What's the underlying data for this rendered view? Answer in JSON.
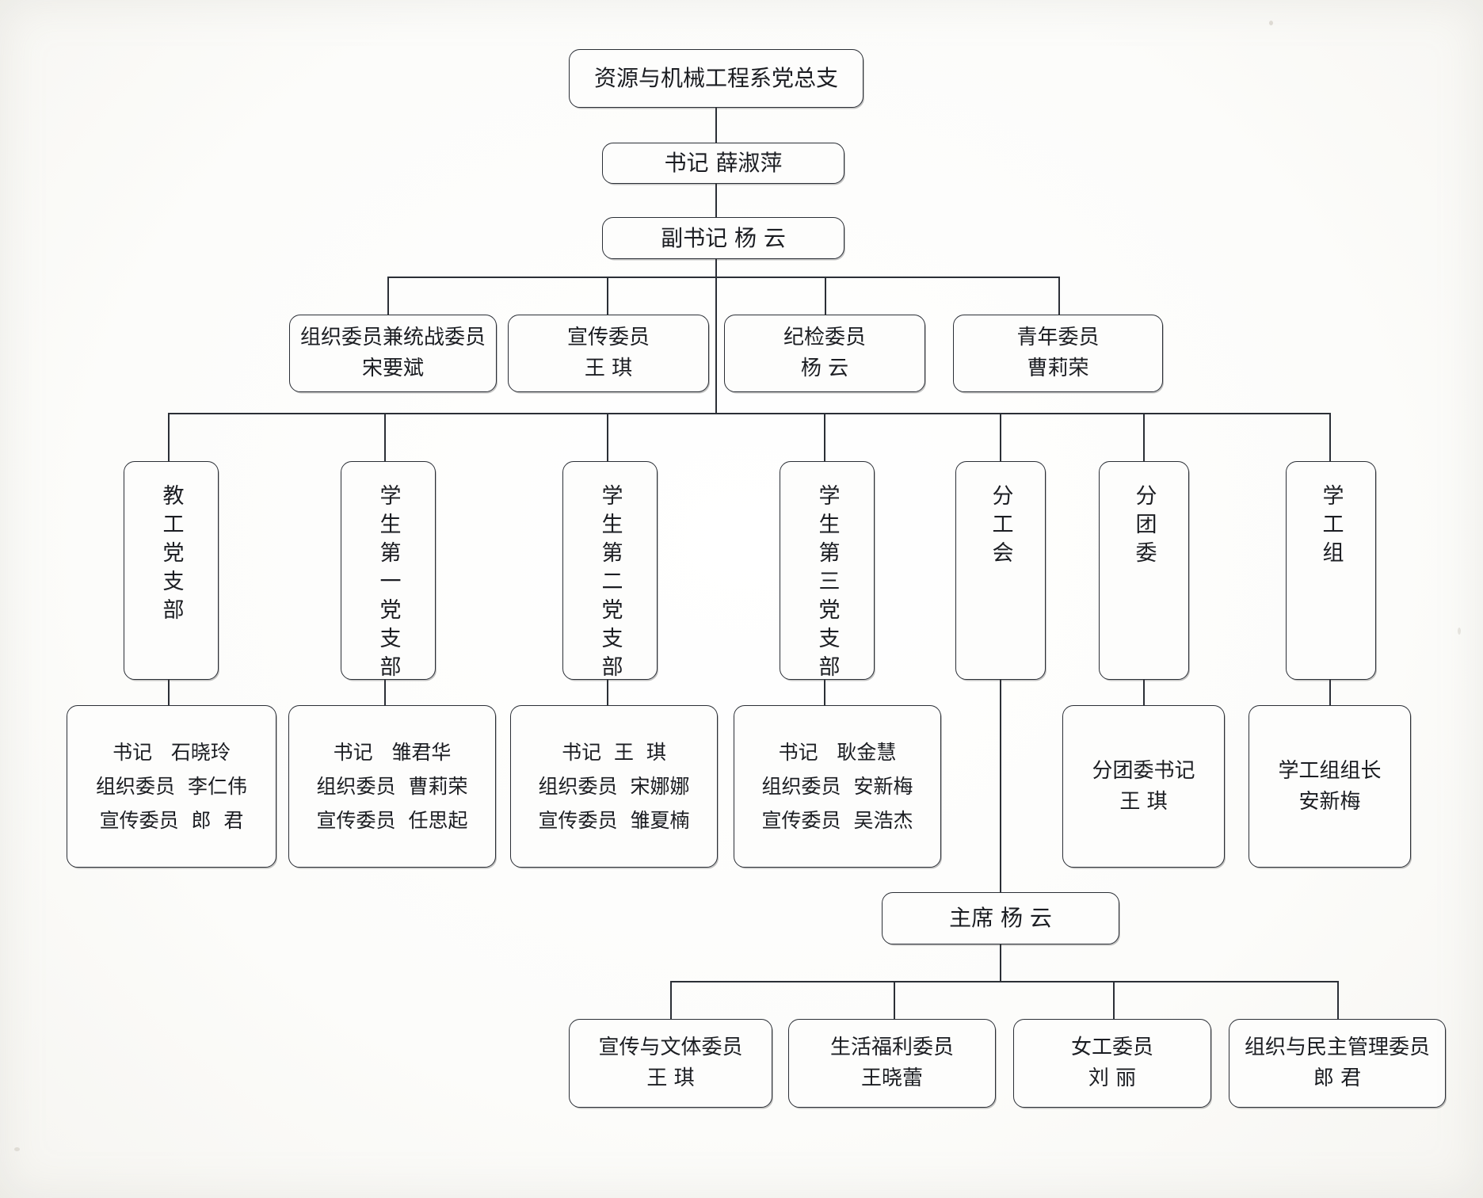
{
  "chart_data": {
    "type": "diagram",
    "title": "资源与机械工程系党总支",
    "nodes": {
      "root": {
        "label": "资源与机械工程系党总支"
      },
      "secretary": {
        "label": "书记  薛淑萍"
      },
      "deputy_secretary": {
        "label": "副书记 杨 云"
      },
      "committee": [
        {
          "title": "组织委员兼统战委员",
          "name": "宋要斌"
        },
        {
          "title": "宣传委员",
          "name": "王  琪"
        },
        {
          "title": "纪检委员",
          "name": "杨  云"
        },
        {
          "title": "青年委员",
          "name": "曹莉荣"
        }
      ],
      "branches": [
        {
          "label": "教工党支部"
        },
        {
          "label": "学生第一党支部"
        },
        {
          "label": "学生第二党支部"
        },
        {
          "label": "学生第三党支部"
        },
        {
          "label": "分工会"
        },
        {
          "label": "分团委"
        },
        {
          "label": "学工组"
        }
      ],
      "branch_members": [
        {
          "lines": [
            "书记   石晓玲",
            "组织委员  李仁伟",
            "宣传委员  郎  君"
          ]
        },
        {
          "lines": [
            "书记   雏君华",
            "组织委员  曹莉荣",
            "宣传委员  任思起"
          ]
        },
        {
          "lines": [
            "书记  王  琪",
            "组织委员  宋娜娜",
            "宣传委员  雏夏楠"
          ]
        },
        {
          "lines": [
            "书记   耿金慧",
            "组织委员  安新梅",
            "宣传委员  吴浩杰"
          ]
        }
      ],
      "youth_league_lead": {
        "title": "分团委书记",
        "name": "王  琪"
      },
      "student_work_lead": {
        "title": "学工组组长",
        "name": "安新梅"
      },
      "union_chair": {
        "label": "主席 杨 云"
      },
      "union_committee": [
        {
          "title": "宣传与文体委员",
          "name": "王  琪"
        },
        {
          "title": "生活福利委员",
          "name": "王晓蕾"
        },
        {
          "title": "女工委员",
          "name": "刘  丽"
        },
        {
          "title": "组织与民主管理委员",
          "name": "郎  君"
        }
      ]
    },
    "colors": {
      "line": "#2b2f36",
      "box_fill": "#fdfdfc",
      "paper": "#fdfdfb",
      "text": "#1b1d22"
    }
  }
}
